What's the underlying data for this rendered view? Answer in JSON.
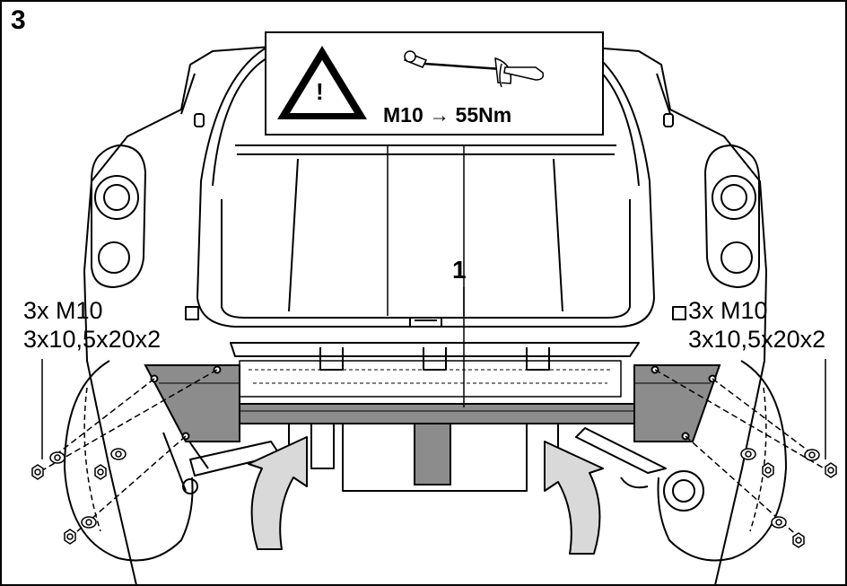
{
  "step": {
    "number": "3"
  },
  "notice": {
    "warning_symbol": "!",
    "torque_text": "M10 → 55Nm",
    "icon": "torque-wrench-icon"
  },
  "callout": {
    "part_number": "1"
  },
  "hardware_left": {
    "bolts": "3x M10",
    "washers": "3x10,5x20x2"
  },
  "hardware_right": {
    "bolts": "3x M10",
    "washers": "3x10,5x20x2"
  },
  "colors": {
    "line": "#000000",
    "bracket_fill": "#8c8c8c",
    "arrow_fill": "#d9d9d9",
    "background": "#ffffff"
  }
}
